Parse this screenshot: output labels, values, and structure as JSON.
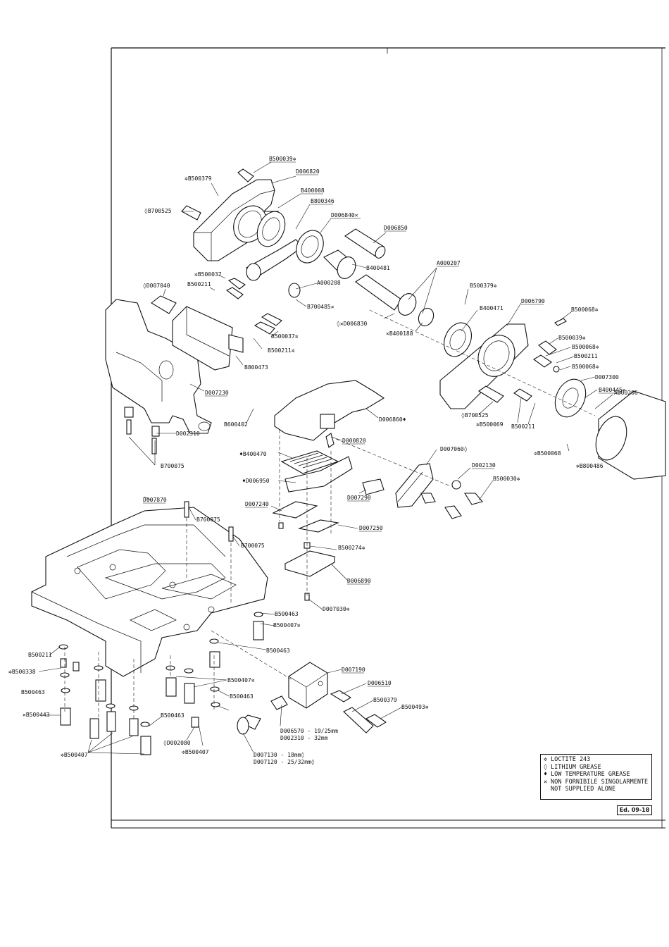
{
  "legend": {
    "items": [
      {
        "symbol": "✲",
        "text": "LOCTITE 243"
      },
      {
        "symbol": "◊",
        "text": "LITHIUM GREASE"
      },
      {
        "symbol": "♦",
        "text": "LOW TEMPERATURE GREASE"
      },
      {
        "symbol": "✕",
        "text": "NON FORNIBILE SINGOLARMENTE"
      },
      {
        "symbol": "",
        "text": "NOT SUPPLIED ALONE"
      }
    ]
  },
  "edition": "Ed. 09-18",
  "labels": [
    {
      "id": "l01",
      "text": "B500039✲"
    },
    {
      "id": "l02",
      "text": "✲B500379"
    },
    {
      "id": "l03",
      "text": "D006820"
    },
    {
      "id": "l04",
      "text": "B400008"
    },
    {
      "id": "l05",
      "text": "◊B700525"
    },
    {
      "id": "l06",
      "text": "B800346"
    },
    {
      "id": "l07",
      "text": "D006840✕"
    },
    {
      "id": "l08",
      "text": "D006850"
    },
    {
      "id": "l09",
      "text": "✲B500037"
    },
    {
      "id": "l10",
      "text": "B500211"
    },
    {
      "id": "l11",
      "text": "B400481"
    },
    {
      "id": "l12",
      "text": "A000207"
    },
    {
      "id": "l13",
      "text": "A000208"
    },
    {
      "id": "l14",
      "text": "B700485✕"
    },
    {
      "id": "l15",
      "text": "◊D007040"
    },
    {
      "id": "l16",
      "text": "B500379✲"
    },
    {
      "id": "l17",
      "text": "B400471"
    },
    {
      "id": "l18",
      "text": "D006790"
    },
    {
      "id": "l19",
      "text": "B500068✲"
    },
    {
      "id": "l20",
      "text": "◊✕D006830"
    },
    {
      "id": "l21",
      "text": "✕B400188"
    },
    {
      "id": "l22",
      "text": "B500037✲"
    },
    {
      "id": "l23",
      "text": "B500211✲"
    },
    {
      "id": "l24",
      "text": "B500039✲"
    },
    {
      "id": "l25",
      "text": "B500068✲"
    },
    {
      "id": "l26",
      "text": "B500211"
    },
    {
      "id": "l27",
      "text": "B500068✲"
    },
    {
      "id": "l28",
      "text": "B800473"
    },
    {
      "id": "l29",
      "text": "D007300"
    },
    {
      "id": "l30",
      "text": "B400445✕"
    },
    {
      "id": "l31",
      "text": "A000206"
    },
    {
      "id": "l32",
      "text": "D007230"
    },
    {
      "id": "l33",
      "text": "B600402"
    },
    {
      "id": "l34",
      "text": "D006860♦"
    },
    {
      "id": "l35",
      "text": "◊B700525"
    },
    {
      "id": "l36",
      "text": "✲B500069"
    },
    {
      "id": "l37",
      "text": "B500211"
    },
    {
      "id": "l38",
      "text": "D002310"
    },
    {
      "id": "l39",
      "text": "D000820"
    },
    {
      "id": "l40",
      "text": "✲B500068"
    },
    {
      "id": "l41",
      "text": "✲B800486"
    },
    {
      "id": "l42",
      "text": "B700075"
    },
    {
      "id": "l43",
      "text": "♦B400470"
    },
    {
      "id": "l44",
      "text": "D007060◊"
    },
    {
      "id": "l45",
      "text": "D002130"
    },
    {
      "id": "l46",
      "text": "♦D006950"
    },
    {
      "id": "l47",
      "text": "B500030✲"
    },
    {
      "id": "l48",
      "text": "D007870"
    },
    {
      "id": "l49",
      "text": "B700075"
    },
    {
      "id": "l50",
      "text": "D007240"
    },
    {
      "id": "l51",
      "text": "D007290"
    },
    {
      "id": "l52",
      "text": "D007250"
    },
    {
      "id": "l53",
      "text": "B700075"
    },
    {
      "id": "l54",
      "text": "B500274✲"
    },
    {
      "id": "l55",
      "text": "D006890"
    },
    {
      "id": "l56",
      "text": "D007030✲"
    },
    {
      "id": "l57",
      "text": "B500463"
    },
    {
      "id": "l58",
      "text": "B500407✲"
    },
    {
      "id": "l59",
      "text": "B500463"
    },
    {
      "id": "l60",
      "text": "B500211"
    },
    {
      "id": "l61",
      "text": "✲B500338"
    },
    {
      "id": "l62",
      "text": "B500407✲"
    },
    {
      "id": "l63",
      "text": "D007190"
    },
    {
      "id": "l64",
      "text": "D006510"
    },
    {
      "id": "l65",
      "text": "B500463"
    },
    {
      "id": "l66",
      "text": "B500463"
    },
    {
      "id": "l67",
      "text": "B500379"
    },
    {
      "id": "l68",
      "text": "B500493✲"
    },
    {
      "id": "l69",
      "text": "✕B500443"
    },
    {
      "id": "l70",
      "text": "B500463"
    },
    {
      "id": "l71",
      "text": "D006570 - 19/25mm"
    },
    {
      "id": "l72",
      "text": "D002310 - 32mm"
    },
    {
      "id": "l73",
      "text": "◊D002080"
    },
    {
      "id": "l74",
      "text": "✲B500407"
    },
    {
      "id": "l75",
      "text": "✲B500407"
    },
    {
      "id": "l76",
      "text": "D007130 - 18mm◊"
    },
    {
      "id": "l77",
      "text": "D007120 - 25/32mm◊"
    }
  ]
}
